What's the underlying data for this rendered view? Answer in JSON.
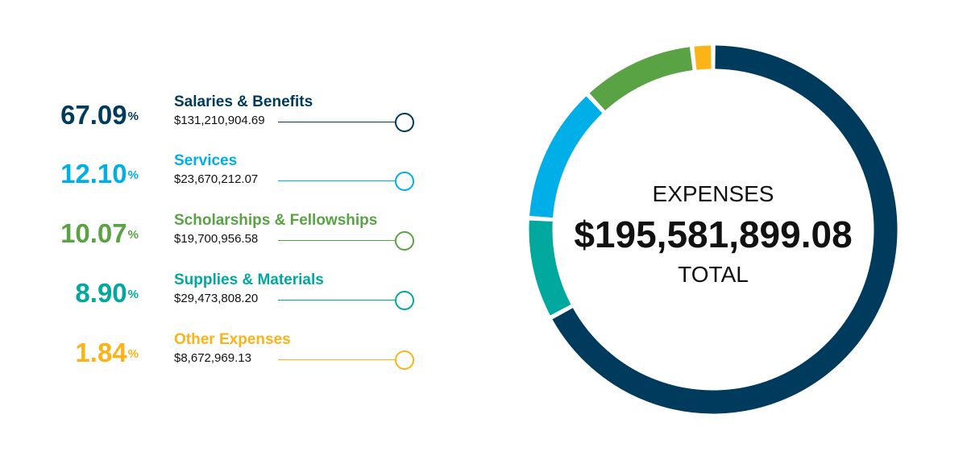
{
  "chart_data": {
    "type": "pie",
    "variant": "donut",
    "center": {
      "top_label": "EXPENSES",
      "total": "$195,581,899.08",
      "bottom_label": "TOTAL"
    },
    "segments": [
      {
        "name": "Salaries & Benefits",
        "percent": 67.09,
        "percent_label": "67.09",
        "amount": "$131,210,904.69",
        "color": "#003a5d"
      },
      {
        "name": "Services",
        "percent": 12.1,
        "percent_label": "12.10",
        "amount": "$23,670,212.07",
        "color": "#00aee8"
      },
      {
        "name": "Scholarships & Fellowships",
        "percent": 10.07,
        "percent_label": "10.07",
        "amount": "$19,700,956.58",
        "color": "#5aa345"
      },
      {
        "name": "Supplies & Materials",
        "percent": 8.9,
        "percent_label": "8.90",
        "amount": "$29,473,808.20",
        "color": "#00a89d"
      },
      {
        "name": "Other Expenses",
        "percent": 1.84,
        "percent_label": "1.84",
        "amount": "$8,672,969.13",
        "color": "#fbb318"
      }
    ],
    "ring_order": [
      "Salaries & Benefits",
      "Supplies & Materials",
      "Services",
      "Scholarships & Fellowships",
      "Other Expenses"
    ],
    "percent_symbol": "%"
  }
}
